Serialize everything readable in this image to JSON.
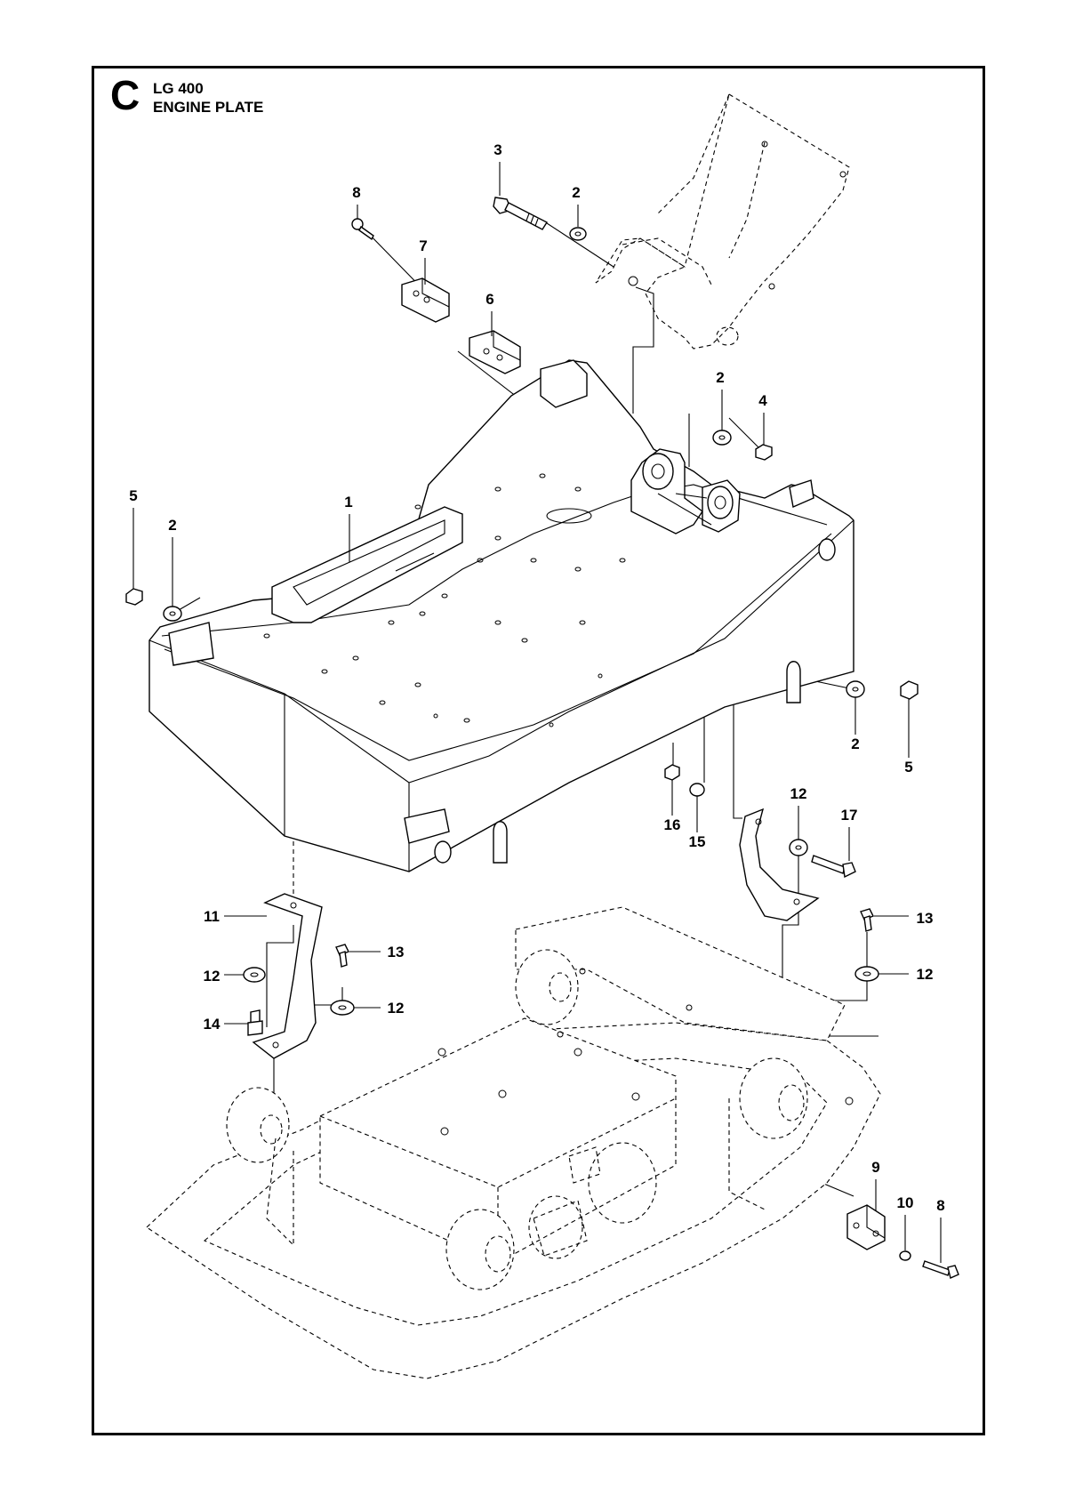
{
  "header": {
    "section_letter": "C",
    "model": "LG 400",
    "assembly": "ENGINE PLATE"
  },
  "callouts": [
    {
      "id": "c-3",
      "label": "3"
    },
    {
      "id": "c-2a",
      "label": "2"
    },
    {
      "id": "c-8a",
      "label": "8"
    },
    {
      "id": "c-7",
      "label": "7"
    },
    {
      "id": "c-6",
      "label": "6"
    },
    {
      "id": "c-2b",
      "label": "2"
    },
    {
      "id": "c-4",
      "label": "4"
    },
    {
      "id": "c-5a",
      "label": "5"
    },
    {
      "id": "c-2c",
      "label": "2"
    },
    {
      "id": "c-1",
      "label": "1"
    },
    {
      "id": "c-2d",
      "label": "2"
    },
    {
      "id": "c-5b",
      "label": "5"
    },
    {
      "id": "c-16",
      "label": "16"
    },
    {
      "id": "c-15",
      "label": "15"
    },
    {
      "id": "c-12a",
      "label": "12"
    },
    {
      "id": "c-17",
      "label": "17"
    },
    {
      "id": "c-11",
      "label": "11"
    },
    {
      "id": "c-13a",
      "label": "13"
    },
    {
      "id": "c-12b",
      "label": "12"
    },
    {
      "id": "c-12c",
      "label": "12"
    },
    {
      "id": "c-14",
      "label": "14"
    },
    {
      "id": "c-13b",
      "label": "13"
    },
    {
      "id": "c-12d",
      "label": "12"
    },
    {
      "id": "c-9",
      "label": "9"
    },
    {
      "id": "c-10",
      "label": "10"
    },
    {
      "id": "c-8b",
      "label": "8"
    }
  ]
}
